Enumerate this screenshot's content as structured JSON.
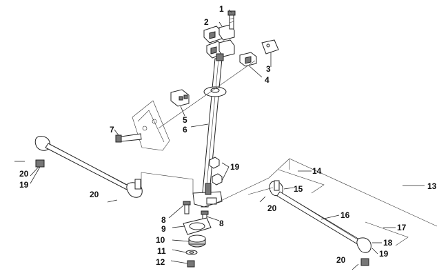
{
  "callouts": {
    "c1": "1",
    "c2": "2",
    "c3": "3",
    "c4": "4",
    "c5": "5",
    "c6": "6",
    "c7": "7",
    "c8a": "8",
    "c8b": "8",
    "c9": "9",
    "c10": "10",
    "c11": "11",
    "c12": "12",
    "c13": "13",
    "c14": "14",
    "c15": "15",
    "c16": "16",
    "c17": "17",
    "c18": "18",
    "c19a": "19",
    "c19b": "19",
    "c19c": "19",
    "c20a": "20",
    "c20b": "20",
    "c20c": "20",
    "c20d": "20"
  },
  "colors": {
    "line": "#222222",
    "part_fill": "#ffffff",
    "shade": "#777777"
  }
}
